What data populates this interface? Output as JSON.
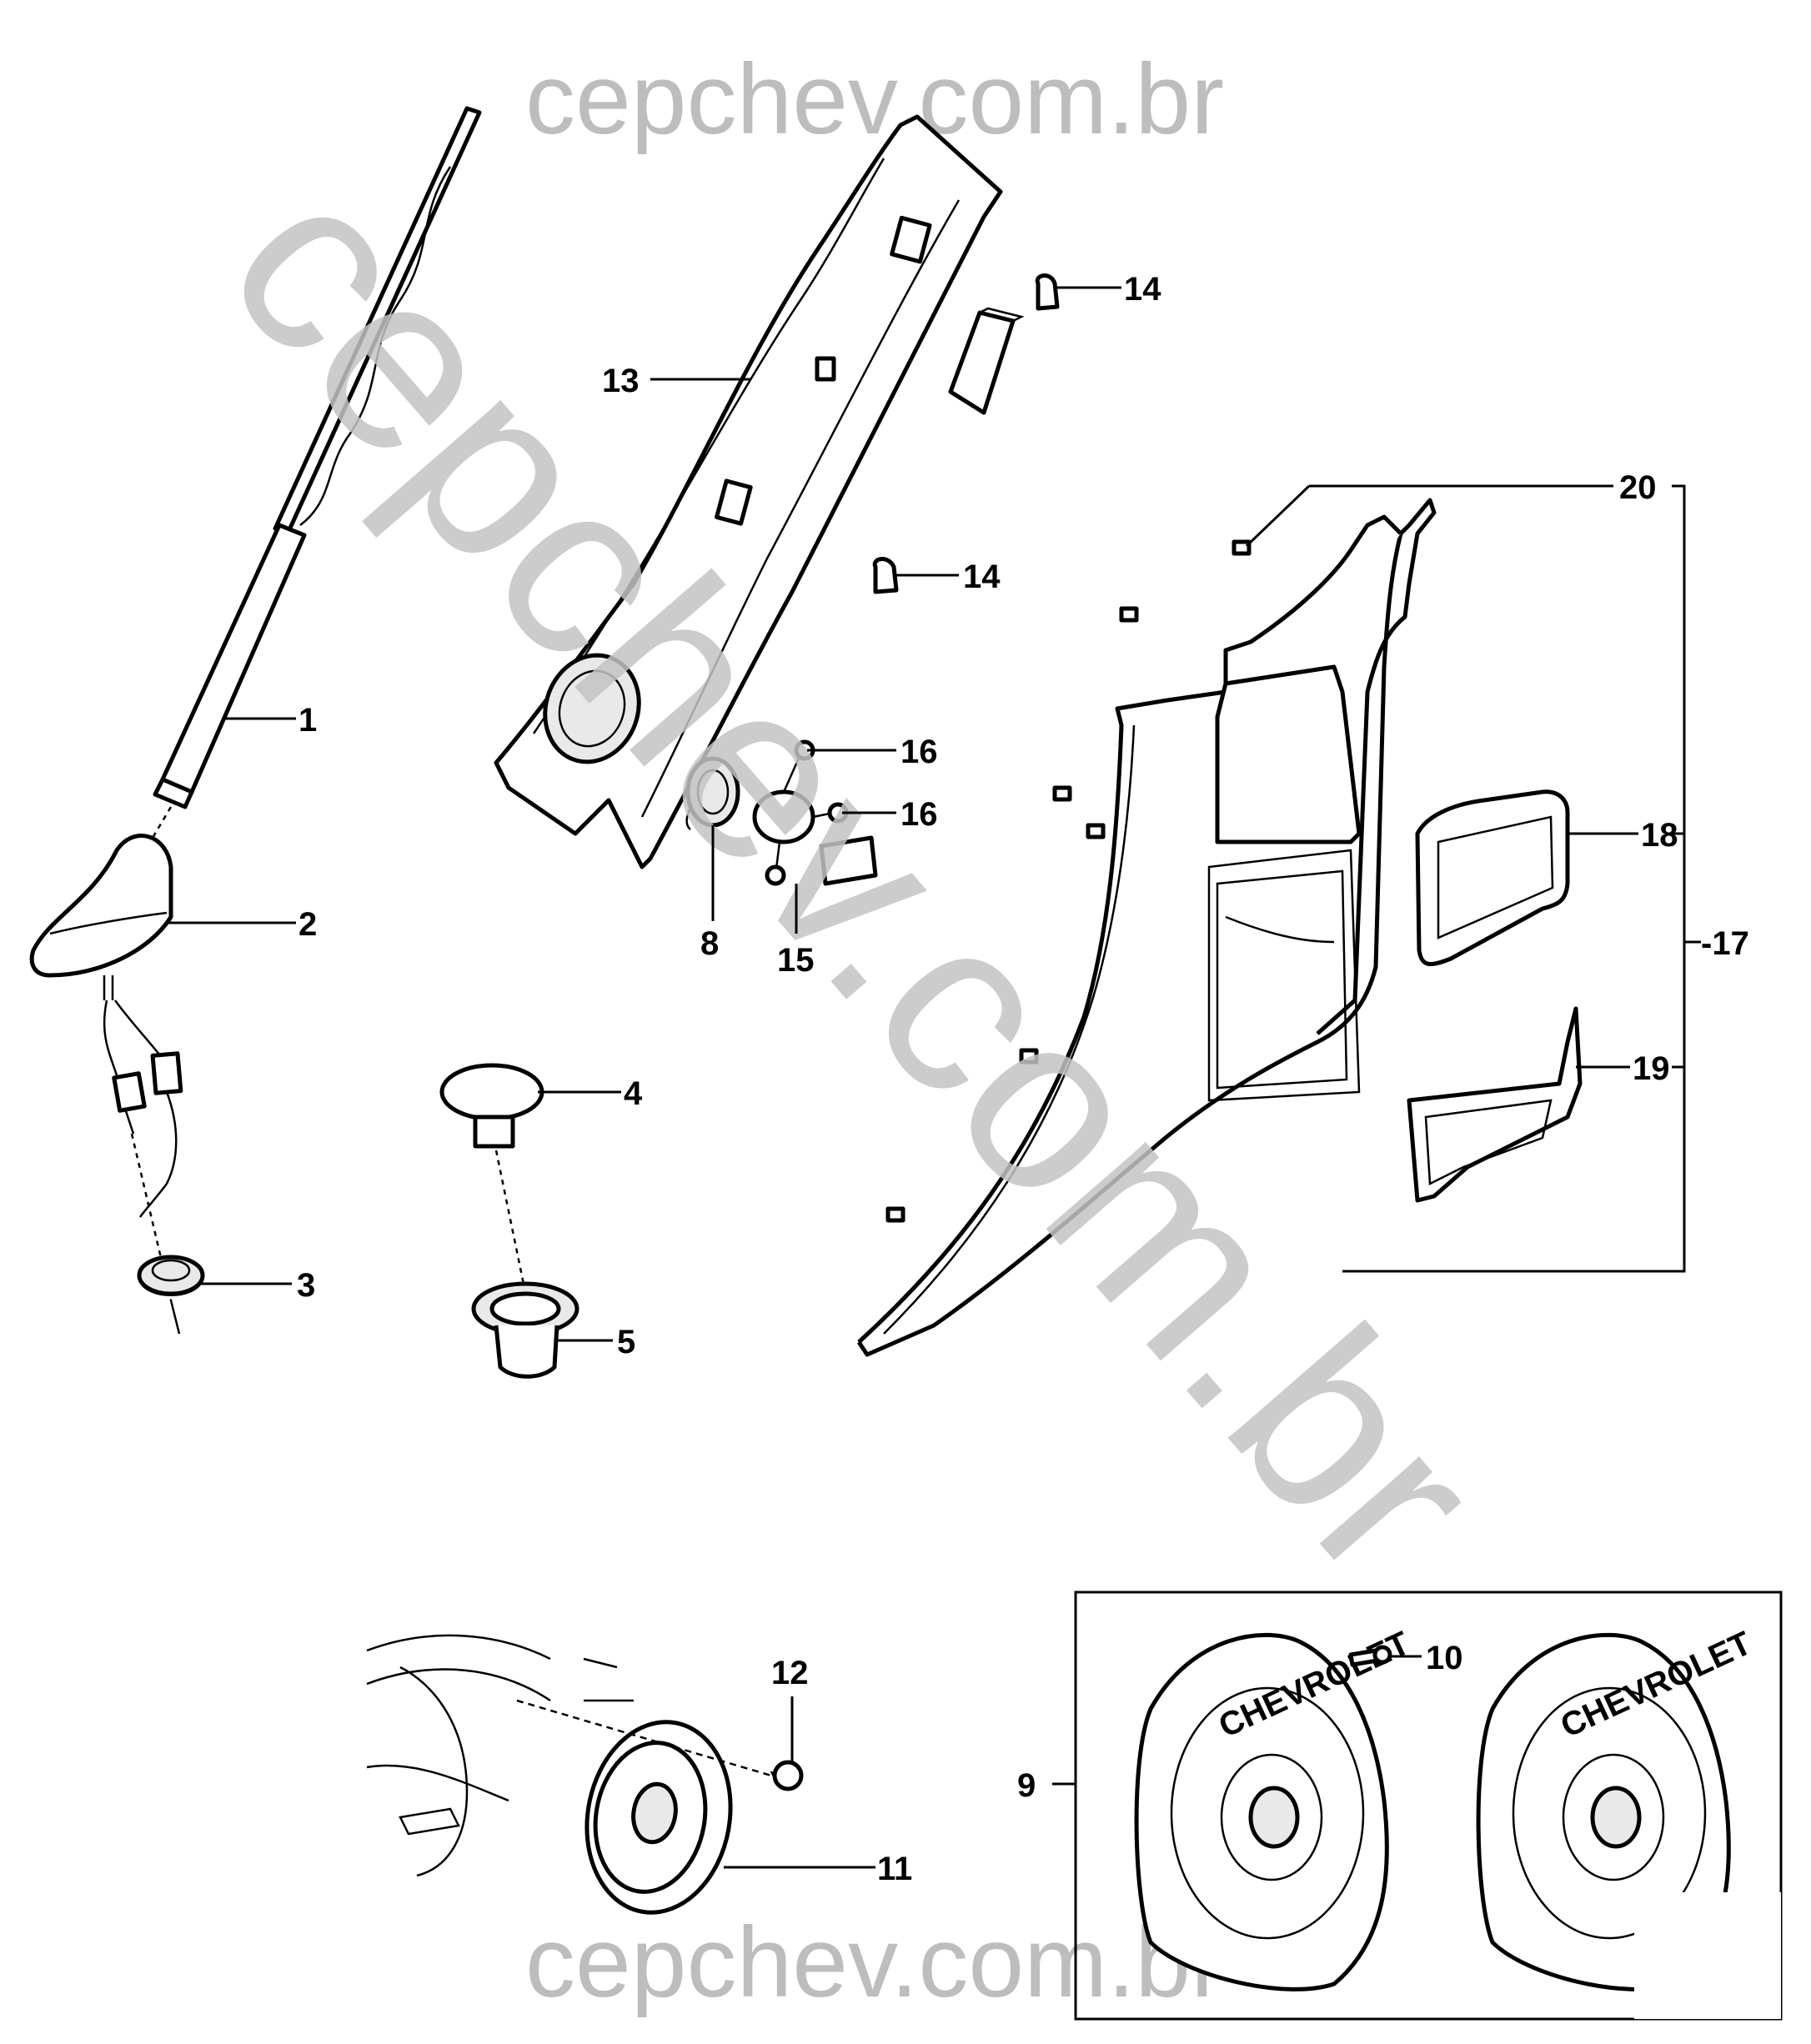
{
  "watermarks": {
    "top": "cepchev.com.br",
    "diagonal": "cepchev.com.br",
    "bottom": "cepchev.com.br"
  },
  "callouts": {
    "c1": "1",
    "c2": "2",
    "c3": "3",
    "c4": "4",
    "c5": "5",
    "c8": "8",
    "c9": "9",
    "c10": "10",
    "c11": "11",
    "c12": "12",
    "c13": "13",
    "c14a": "14",
    "c14b": "14",
    "c15": "15",
    "c16a": "16",
    "c16b": "16",
    "c17": "-17",
    "c18": "18",
    "c19": "19",
    "c20": "20"
  },
  "speaker_brand": {
    "left": "CHEVROLET",
    "right": "CHEVROLET"
  }
}
